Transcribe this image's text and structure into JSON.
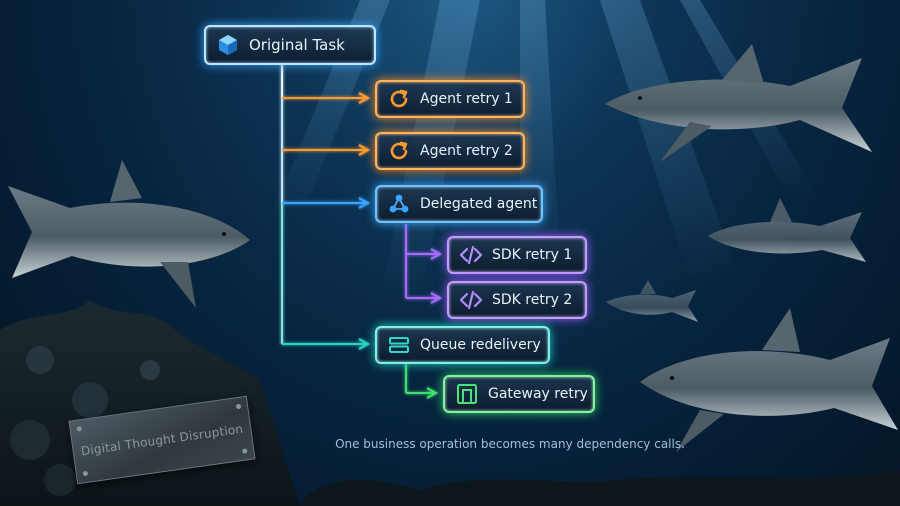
{
  "diagram": {
    "root": {
      "label": "Original Task",
      "icon": "cube-icon"
    },
    "agent_retries": [
      {
        "label": "Agent retry 1",
        "icon": "retry-icon"
      },
      {
        "label": "Agent retry 2",
        "icon": "retry-icon"
      }
    ],
    "delegated": {
      "label": "Delegated agent",
      "icon": "network-icon"
    },
    "sdk_retries": [
      {
        "label": "SDK retry 1",
        "icon": "code-icon"
      },
      {
        "label": "SDK retry 2",
        "icon": "code-icon"
      }
    ],
    "queue": {
      "label": "Queue redelivery",
      "icon": "queue-icon"
    },
    "gateway": {
      "label": "Gateway retry",
      "icon": "gateway-icon"
    },
    "caption": "One business operation becomes many dependency calls.",
    "watermark": "Digital Thought Disruption"
  },
  "colors": {
    "root": "#bfe6ff",
    "agent_retry": "#ff9a2e",
    "delegated": "#3aa4ff",
    "sdk_retry": "#a66cff",
    "queue": "#27d3c4",
    "gateway": "#3ee06e"
  }
}
